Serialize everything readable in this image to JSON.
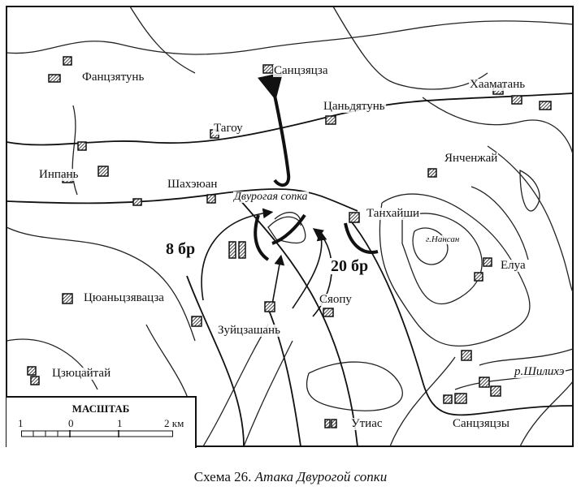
{
  "caption": {
    "prefix": "Схема 26.",
    "title": "Атака Двурогой сопки"
  },
  "places": [
    "Фанцзятунь",
    "Санцзяцза",
    "Хааматань",
    "Цаньдятунь",
    "Тагоу",
    "Янченжай",
    "Инпань",
    "Шахэюан",
    "Двурогая сопка",
    "Танхайши",
    "г.Нансан",
    "Елуа",
    "Цюаньцзявацза",
    "Сяопу",
    "Зуйцзашань",
    "р.Шилихэ",
    "Цзюцайтай",
    "Утиас",
    "Санцзяцзы"
  ],
  "units": [
    "8 бр",
    "20 бр"
  ],
  "scale": {
    "title": "МАСШТАБ",
    "ticks": [
      "1",
      "0",
      "1",
      "2 км"
    ]
  },
  "colors": {
    "ink": "#111111",
    "paper": "#ffffff"
  }
}
